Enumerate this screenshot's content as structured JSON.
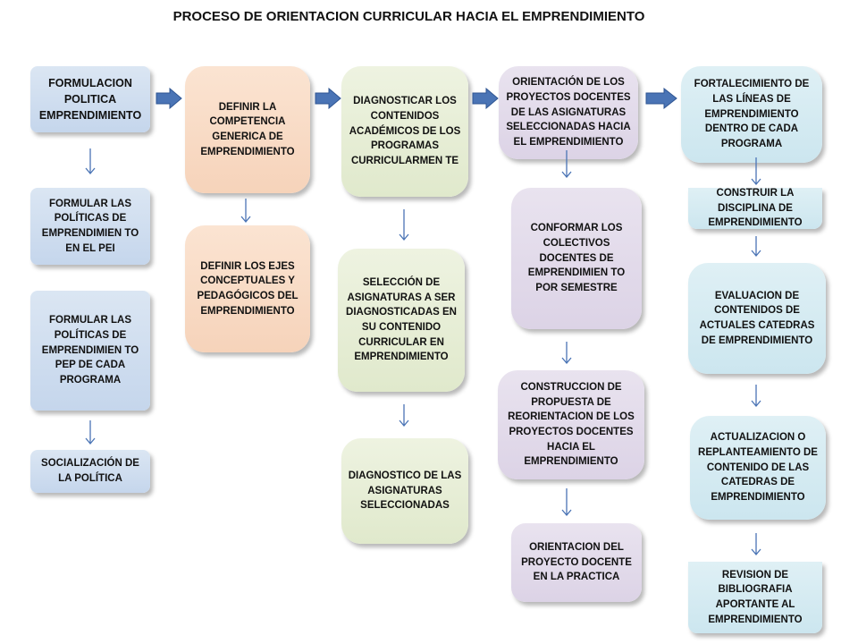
{
  "title": "PROCESO DE ORIENTACION CURRICULAR HACIA EL EMPRENDIMIENTO",
  "colors": {
    "blue": "#c5d6ec",
    "peach": "#f6d3ba",
    "green": "#e0e9cc",
    "lavender": "#dcd3e6",
    "aqua": "#cce6ef",
    "arrow": "#4a74b5"
  },
  "columns": {
    "col1": {
      "head": "FORMULACION POLITICA EMPRENDIMIENTO",
      "item1": "FORMULAR LAS POLÍTICAS DE EMPRENDIMIEN TO EN EL PEI",
      "item2": "FORMULAR LAS POLÍTICAS DE EMPRENDIMIEN TO PEP DE CADA PROGRAMA",
      "item3": "SOCIALIZACIÓN DE LA POLÍTICA"
    },
    "col2": {
      "head": "DEFINIR LA COMPETENCIA GENERICA DE EMPRENDIMIENTO",
      "item1": "DEFINIR LOS EJES CONCEPTUALES Y PEDAGÓGICOS DEL EMPRENDIMIENTO"
    },
    "col3": {
      "head": "DIAGNOSTICAR LOS CONTENIDOS ACADÉMICOS DE LOS PROGRAMAS CURRICULARMEN TE",
      "item1": "SELECCIÓN DE ASIGNATURAS A SER DIAGNOSTICADAS EN SU CONTENIDO CURRICULAR EN EMPRENDIMIENTO",
      "item2": "DIAGNOSTICO DE LAS ASIGNATURAS SELECCIONADAS"
    },
    "col4": {
      "head": "ORIENTACIÓN DE LOS PROYECTOS DOCENTES DE LAS ASIGNATURAS SELECCIONADAS HACIA EL EMPRENDIMIENTO",
      "item1": "CONFORMAR LOS COLECTIVOS DOCENTES DE EMPRENDIMIEN TO POR SEMESTRE",
      "item2": "CONSTRUCCION DE PROPUESTA DE REORIENTACION DE LOS PROYECTOS DOCENTES HACIA EL EMPRENDIMIENTO",
      "item3": "ORIENTACION DEL PROYECTO DOCENTE EN LA PRACTICA"
    },
    "col5": {
      "head": "FORTALECIMIENTO DE LAS LÍNEAS DE EMPRENDIMIENTO DENTRO DE CADA PROGRAMA",
      "item1": "CONSTRUIR LA DISCIPLINA DE EMPRENDIMIENTO",
      "item2": "EVALUACION DE CONTENIDOS DE ACTUALES CATEDRAS DE EMPRENDIMIENTO",
      "item3": "ACTUALIZACION O REPLANTEAMIENTO DE CONTENIDO DE LAS CATEDRAS DE EMPRENDIMIENTO",
      "item4": "REVISION DE BIBLIOGRAFIA APORTANTE AL EMPRENDIMIENTO"
    }
  }
}
